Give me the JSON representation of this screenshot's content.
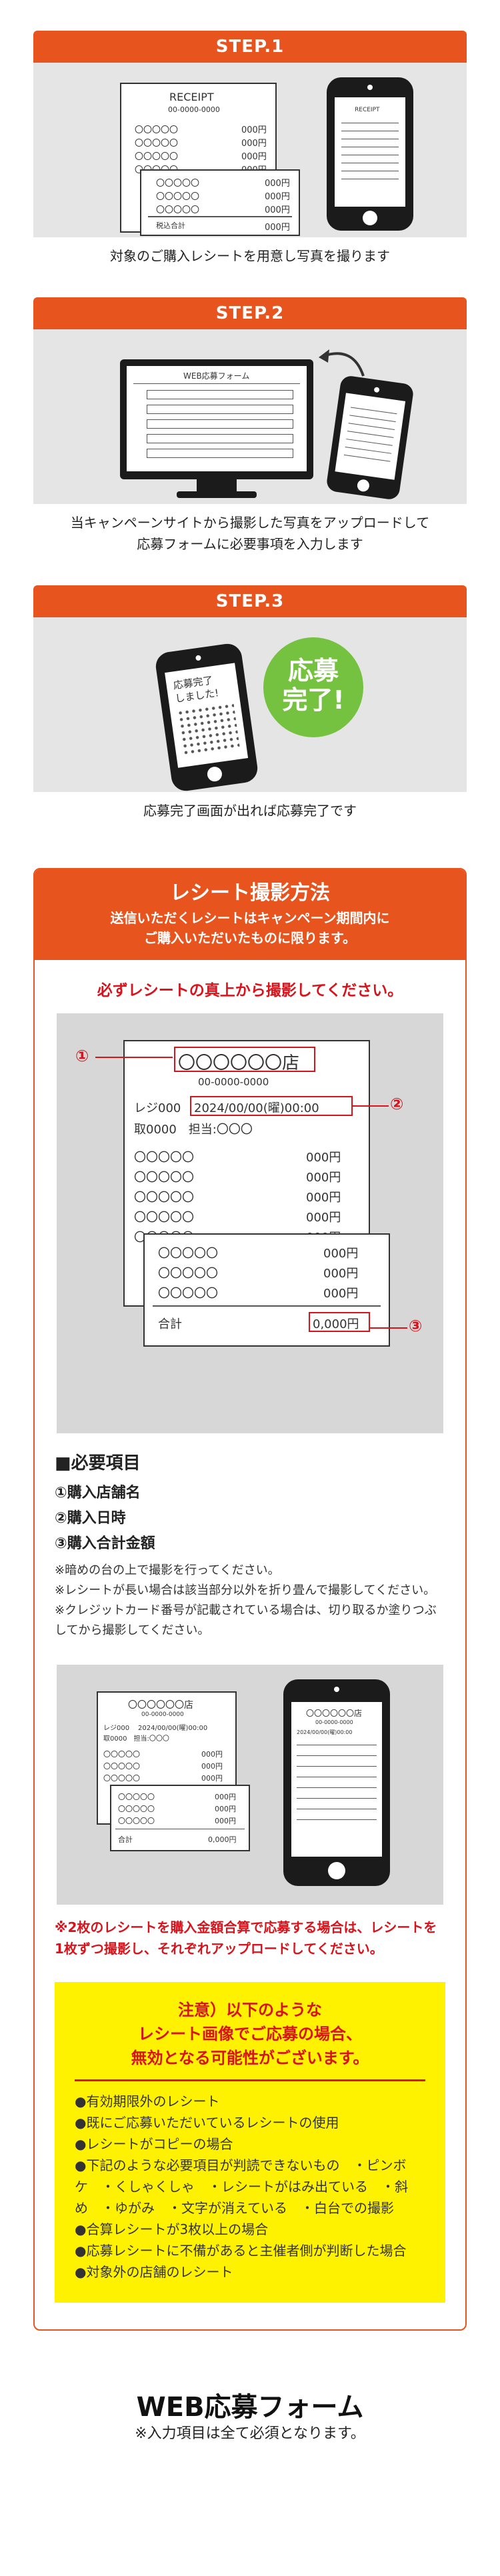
{
  "steps": [
    {
      "label": "STEP.1",
      "caption": "対象のご購入レシートを用意し写真を撮ります",
      "receipt_title": "RECEIPT",
      "receipt_no": "00-0000-0000",
      "item_text": "〇〇〇〇〇",
      "price_text": "000円",
      "total_label": "税込合計"
    },
    {
      "label": "STEP.2",
      "caption_line1": "当キャンペーンサイトから撮影した写真をアップロードして",
      "caption_line2": "応募フォームに必要事項を入力します",
      "form_header": "WEB応募フォーム"
    },
    {
      "label": "STEP.3",
      "caption": "応募完了画面が出れば応募完了です",
      "phone_text_line1": "応募完了",
      "phone_text_line2": "しました!",
      "bubble_line1": "応募",
      "bubble_line2": "完了!"
    }
  ],
  "method": {
    "title": "レシート撮影方法",
    "sub_line1": "送信いただくレシートはキャンペーン期間内に",
    "sub_line2": "ご購入いただいたものに限ります。",
    "lead": "必ずレシートの真上から撮影してください。",
    "receipt": {
      "store": "〇〇〇〇〇〇店",
      "tel": "00-0000-0000",
      "register": "レジ000",
      "datetime": "2024/00/00(曜)00:00",
      "clerk": "取0000　担当:〇〇〇",
      "item": "〇〇〇〇〇",
      "price": "000円",
      "total_label": "合計",
      "total_value": "0,000円"
    },
    "markers": [
      "①",
      "②",
      "③"
    ],
    "required_title": "■必要項目",
    "required_items": [
      "①購入店舗名",
      "②購入日時",
      "③購入合計金額"
    ],
    "notes": [
      "※暗めの台の上で撮影を行ってください。",
      "※レシートが長い場合は該当部分以外を折り畳んで撮影してください。",
      "※クレジットカード番号が記載されている場合は、切り取るか塗りつぶしてから撮影してください。"
    ],
    "two_receipt_note": "※2枚のレシートを購入金額合算で応募する場合は、レシートを1枚ずつ撮影し、それぞれアップロードしてください。",
    "warning": {
      "title_line1": "注意）以下のような",
      "title_line2": "レシート画像でご応募の場合、",
      "title_line3": "無効となる可能性がございます。",
      "items": [
        "●有効期限外のレシート",
        "●既にご応募いただいているレシートの使用",
        "●レシートがコピーの場合",
        "●下記のような必要項目が判読できないもの　・ピンボケ　・くしゃくしゃ　・レシートがはみ出ている　・斜め　・ゆがみ　・文字が消えている　・白台での撮影",
        "●合算レシートが3枚以上の場合",
        "●応募レシートに不備があると主催者側が判断した場合",
        "●対象外の店舗のレシート"
      ]
    }
  },
  "form": {
    "title": "WEB応募フォーム",
    "subtitle": "※入力項目は全て必須となります。"
  },
  "colors": {
    "accent": "#e8541e",
    "red": "#d8131b",
    "warning_bg": "#fff200",
    "panel_bg": "#e5e5e5"
  }
}
